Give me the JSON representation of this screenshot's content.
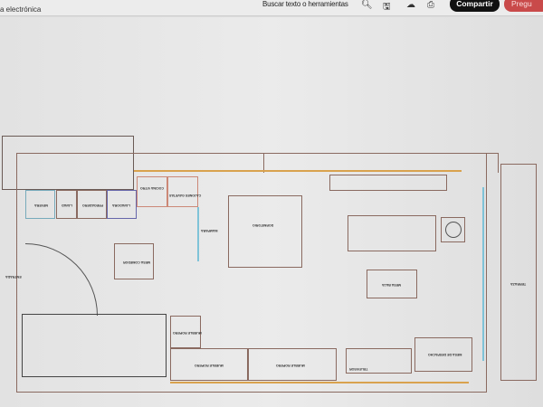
{
  "toolbar": {
    "doc_name": "a electrónica",
    "search_label": "Buscar texto o herramientas",
    "share_label": "Compartir",
    "ask_label": "Pregu",
    "icons": [
      "search-icon",
      "save-icon",
      "cloud-upload-icon",
      "print-icon"
    ]
  },
  "plan": {
    "labels": {
      "nevera": "NEVERA",
      "lavad": "LAVAD",
      "fregadero": "FREGADERO",
      "lavadora": "LAVADORA",
      "cocina": "COCINA VITRO",
      "cajones": "CAJONES GAVETAS",
      "mampara": "MAMPARA",
      "mesa_comedor": "MESA COMEDOR",
      "entrada": "ENTRADA",
      "dormitorio": "DORMITORIO",
      "mesa_baja": "MESA BAJA",
      "terraza": "TERRAZA",
      "mueble_1": "MUEBLE ROPERO",
      "mueble_2": "MUEBLE ROPERO",
      "mueble_3": "MUEBLE ROPERO",
      "televisor": "TELEVISOR",
      "mesa_despacho": "MESA DE DESPACHO"
    }
  }
}
